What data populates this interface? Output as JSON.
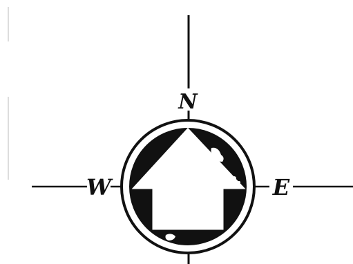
{
  "compass": {
    "north": "N",
    "west": "W",
    "east": "E"
  },
  "colors": {
    "ink": "#111111",
    "paper": "#ffffff"
  },
  "icons": {
    "center": "house-icon"
  }
}
